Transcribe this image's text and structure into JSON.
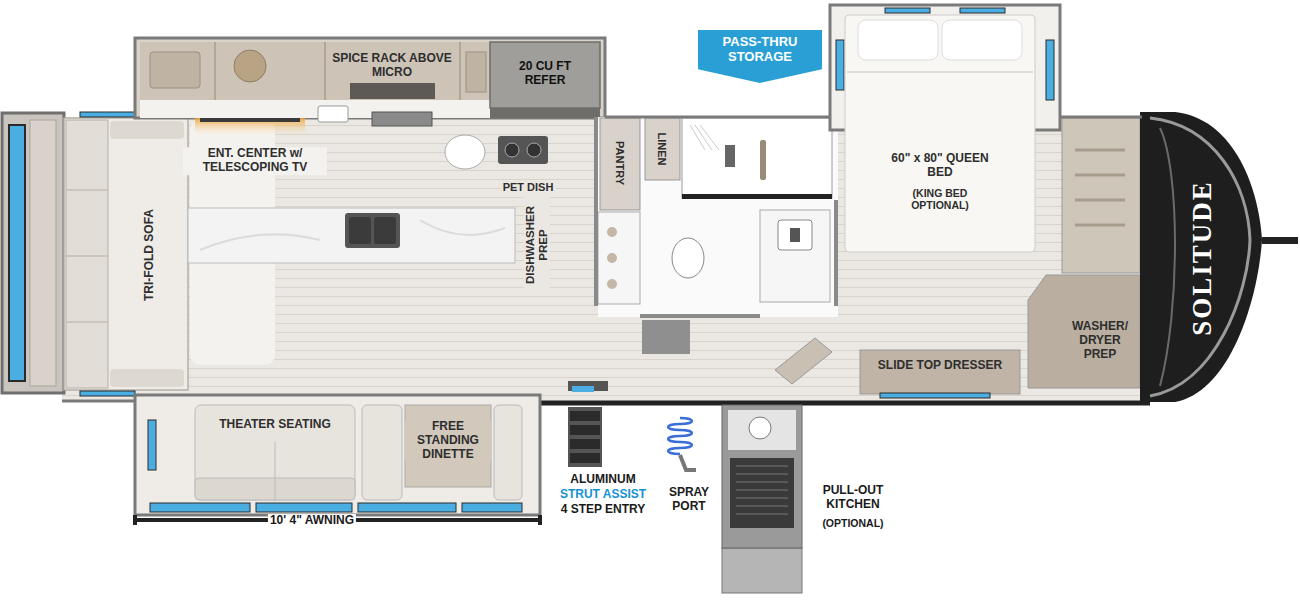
{
  "diagram": {
    "nodes": [
      {
        "text": [
          "PASS-THRU STORAGE"
        ]
      }
    ],
    "labels": [
      "SPICE RACK ABOVE MICRO",
      "20 CU FT REFER",
      "60\" x 80\" QUEEN BED",
      "(KING BED OPTIONAL)",
      "ENT. CENTER w/ TELESCOPING TV",
      "PET DISH",
      "PANTRY",
      "LINEN",
      "TRI-FOLD SOFA",
      "DISHWASHER PREP",
      "SOLITUDE",
      "WASHER/ DRYER PREP",
      "SLIDE TOP DRESSER",
      "THEATER SEATING",
      "FREE STANDING DINETTE",
      "ALUMINUM",
      "STRUT ASSIST",
      "4 STEP ENTRY",
      "SPRAY PORT",
      "PULL-OUT KITCHEN",
      "(OPTIONAL)",
      "10' 4\" AWNING"
    ]
  }
}
